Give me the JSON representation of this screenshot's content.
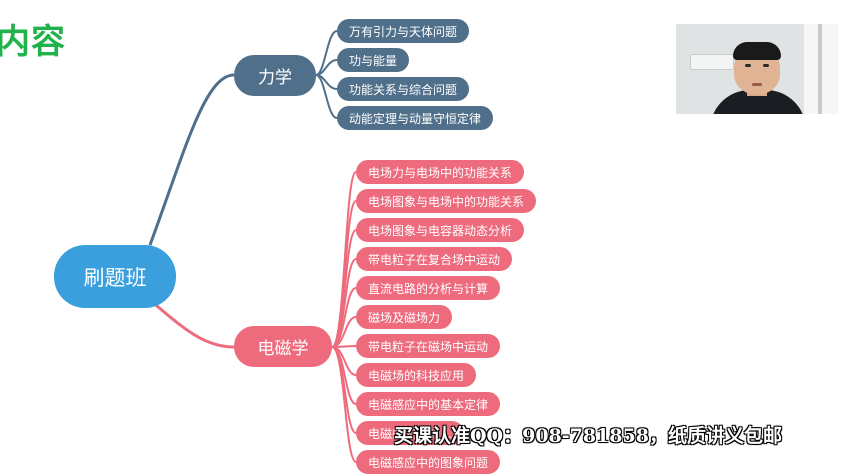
{
  "page": {
    "heading": "内容"
  },
  "mindmap": {
    "root": {
      "label": "刷题班",
      "color": "#3a9fdc"
    },
    "branches": [
      {
        "label": "力学",
        "color": "#4f6f8a",
        "items": [
          "万有引力与天体问题",
          "功与能量",
          "功能关系与综合问题",
          "动能定理与动量守恒定律"
        ]
      },
      {
        "label": "电磁学",
        "color": "#ee6b7d",
        "items": [
          "电场力与电场中的功能关系",
          "电场图象与电场中的功能关系",
          "电场图象与电容器动态分析",
          "带电粒子在复合场中运动",
          "直流电路的分析与计算",
          "磁场及磁场力",
          "带电粒子在磁场中运动",
          "电磁场的科技应用",
          "电磁感应中的基本定律",
          "电磁感应中的…",
          "电磁感应中的图象问题"
        ]
      }
    ]
  },
  "webcam": {
    "icon": "presenter-video-feed"
  },
  "overlay": {
    "watermark": "买课认准QQ：908-781858，纸质讲义包邮"
  },
  "colors": {
    "heading": "#22b24c",
    "root": "#3a9fdc",
    "mechanics": "#4f6f8a",
    "electromagnetism": "#ee6b7d"
  }
}
